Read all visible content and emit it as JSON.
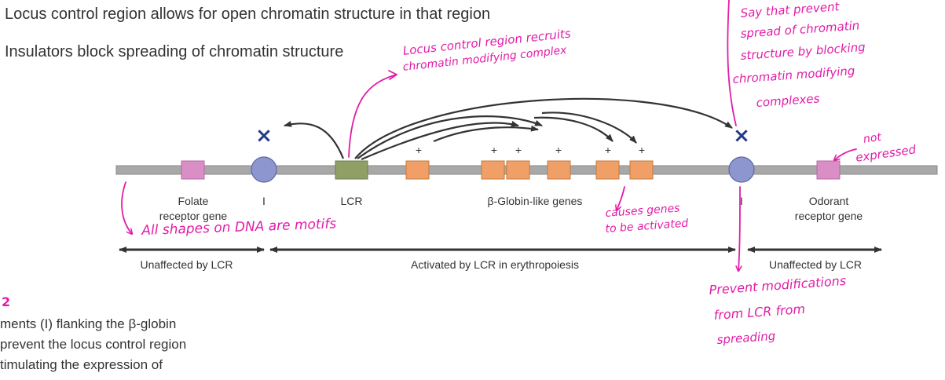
{
  "bullets": [
    "Locus control region allows for open chromatin structure in that region",
    "Insulators block spreading of chromatin structure"
  ],
  "gene_labels": {
    "folate_line1": "Folate",
    "folate_line2": "receptor gene",
    "insulator_left": "I",
    "lcr": "LCR",
    "globin": "β-Globin-like genes",
    "insulator_right": "I",
    "odorant_line1": "Odorant",
    "odorant_line2": "receptor gene"
  },
  "plus_sign": "+",
  "blocked_mark": "×",
  "regions": {
    "left": "Unaffected by LCR",
    "middle": "Activated by LCR in erythropoiesis",
    "right": "Unaffected by LCR"
  },
  "caption_lines": [
    "ments (I) flanking the β-globin",
    "prevent the locus control region",
    "timulating the expression of"
  ],
  "annotations": {
    "lcr_note_line1": "Locus control region recruits",
    "lcr_note_line2": "chromatin modifying complex",
    "insulator_note": [
      "Say that prevent",
      "spread of chromatin",
      "structure by blocking",
      "chromatin modifying",
      "complexes"
    ],
    "not_expressed": [
      "not",
      "expressed"
    ],
    "shapes_note": "All shapes on DNA are motifs",
    "genes_note_line1": "causes genes",
    "genes_note_line2": "to be activated",
    "prevent_note": [
      "Prevent modifications",
      "from LCR from",
      "spreading"
    ],
    "page_marker": "2"
  },
  "colors": {
    "annotation": "#e21ca8",
    "dna": "#a8a8a8",
    "insulator": "#8e96cf",
    "folate_gene": "#d98fc6",
    "lcr_box": "#8fa067",
    "globin_gene": "#f0a066",
    "blocked": "#243a8a"
  }
}
